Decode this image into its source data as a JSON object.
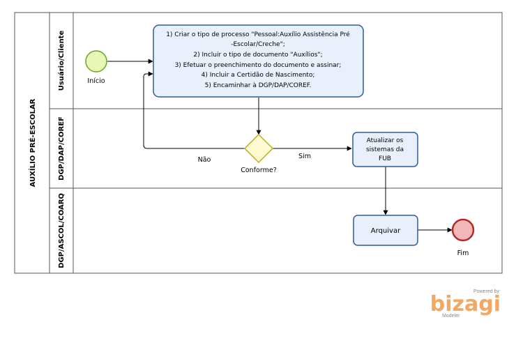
{
  "pool": {
    "title": "AUXÍLIO PRÉ-ESCOLAR"
  },
  "lanes": [
    {
      "title": "Usuário/Cliente"
    },
    {
      "title": "DGP/DAP/COREF"
    },
    {
      "title": "DGP/ASCOL/COARQ"
    }
  ],
  "start_event": {
    "label": "Início"
  },
  "end_event": {
    "label": "Fim"
  },
  "tasks": {
    "criar": {
      "lines": [
        "1) Criar o tipo de processo \"Pessoal:Auxílio Assistência Pré",
        "-Escolar/Creche\";",
        "2) Incluir o tipo de documento \"Auxílios\";",
        "3) Efetuar o preenchimento do documento e assinar;",
        "4) Incluir a Certidão de Nascimento;",
        "5) Encaminhar à DGP/DAP/COREF."
      ]
    },
    "atualizar": {
      "lines": [
        "Atualizar os",
        "sistemas da",
        "FUB"
      ]
    },
    "arquivar": {
      "lines": [
        "Arquivar"
      ]
    }
  },
  "gateway": {
    "label": "Conforme?"
  },
  "flows": {
    "sim": "Sim",
    "nao": "Não"
  },
  "watermark": {
    "powered": "Powered by",
    "brand": "bizagi",
    "product": "Modeler"
  },
  "colors": {
    "task_fill": "#eaf0fb",
    "task_stroke": "#2c5a9c",
    "start_fill": "#e8f7b6",
    "start_stroke": "#6aa22a",
    "end_fill": "#f3b8b8",
    "end_stroke": "#b02a2a",
    "gateway_fill": "#fdfbcf",
    "gateway_stroke": "#b8ae1e",
    "brand": "#f4a761"
  }
}
